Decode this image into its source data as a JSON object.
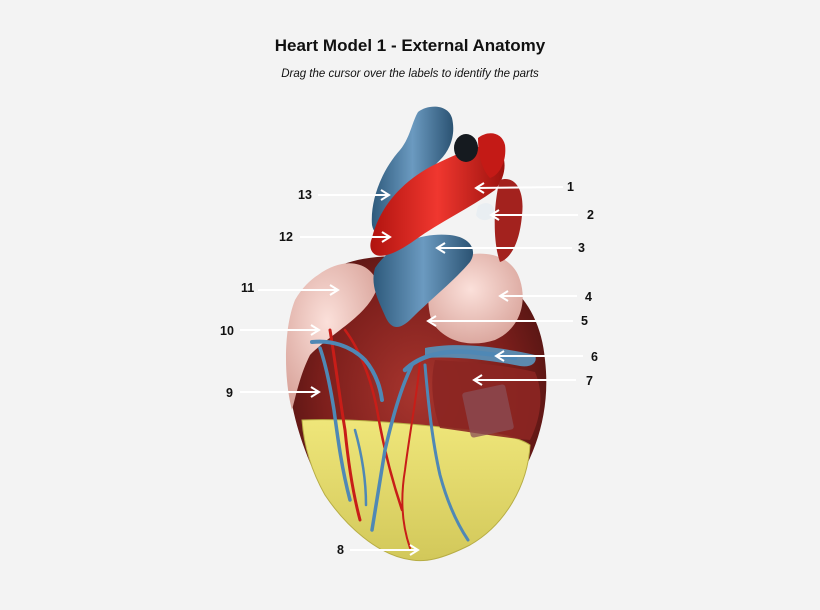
{
  "header": {
    "title": "Heart Model 1 - External Anatomy",
    "instruction": "Drag the cursor over the labels to identify the parts"
  },
  "labels": [
    "1",
    "2",
    "3",
    "4",
    "5",
    "6",
    "7",
    "8",
    "9",
    "10",
    "11",
    "12",
    "13"
  ],
  "colors": {
    "background": "#f3f3f3",
    "muscle": "#7d1f1c",
    "artery": "#d8221f",
    "vein": "#4f7fa3",
    "atrium": "#f1c6bf",
    "fat": "#e6de6b",
    "arrow": "#ffffff"
  }
}
